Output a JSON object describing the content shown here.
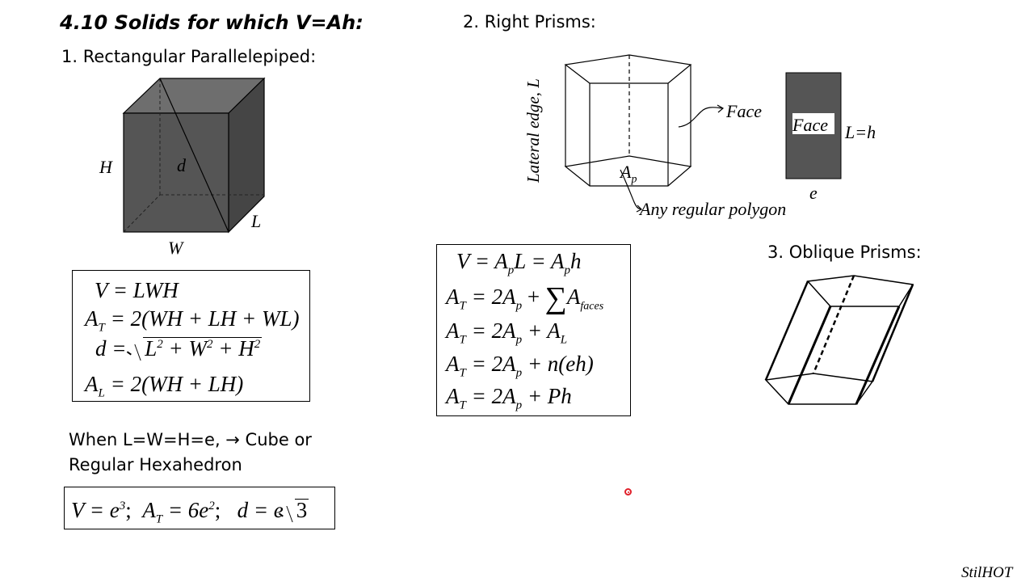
{
  "title": "4.10 Solids for which V=Ah:",
  "sections": {
    "rect": "1. Rectangular Parallelepiped:",
    "right": "2. Right Prisms:",
    "oblique": "3. Oblique Prisms:"
  },
  "box_labels": {
    "H": "H",
    "d": "d",
    "W": "W",
    "L": "L"
  },
  "box_formulas": {
    "v": {
      "lhs": "V",
      "rhs": "= LWH"
    },
    "at": {
      "lhs": "A",
      "sub": "T",
      "rhs": "= 2(WH + LH + WL)"
    },
    "d": {
      "lhs": "d",
      "eq": "=",
      "l": "L",
      "w": "+ W",
      "h": "+ H",
      "exp": "2"
    },
    "al": {
      "lhs": "A",
      "sub": "L",
      "rhs": "= 2(WH + LH)"
    }
  },
  "cube_note": {
    "line1": "When L=W=H=e, → Cube or",
    "line2": "Regular Hexahedron"
  },
  "cube_formula": {
    "v": "V = e",
    "v_exp": "3",
    "sep1": ";",
    "a": "A",
    "a_sub": "T",
    "a_rhs": "= 6e",
    "a_exp": "2",
    "sep2": ";",
    "d": "d = e",
    "root": "3"
  },
  "prism_labels": {
    "lateral": "Lateral edge, L",
    "face": "Face",
    "face_rect": "Face",
    "lh": "L=h",
    "e": "e",
    "ap": "A",
    "ap_sub": "p",
    "poly": "Any regular polygon"
  },
  "prism_formulas": {
    "f1": {
      "a": "V = A",
      "as": "p",
      "b": "L = A",
      "bs": "p",
      "c": "h"
    },
    "f2": {
      "a": "A",
      "as": "T",
      "b": "= 2A",
      "bs": "p",
      "c": "+",
      "sigma": "∑",
      "d": "A",
      "ds": "faces"
    },
    "f3": {
      "a": "A",
      "as": "T",
      "b": "= 2A",
      "bs": "p",
      "c": "+ A",
      "cs": "L"
    },
    "f4": {
      "a": "A",
      "as": "T",
      "b": "= 2A",
      "bs": "p",
      "c": "+ n(eh)"
    },
    "f5": {
      "a": "A",
      "as": "T",
      "b": "= 2A",
      "bs": "p",
      "c": "+ Ph"
    }
  },
  "watermark": "StilHOT",
  "colors": {
    "box_front": "#555555",
    "box_top": "#6e6e6e",
    "box_side": "#454545",
    "face_rect": "#555555",
    "cursor": "#e0202a"
  }
}
